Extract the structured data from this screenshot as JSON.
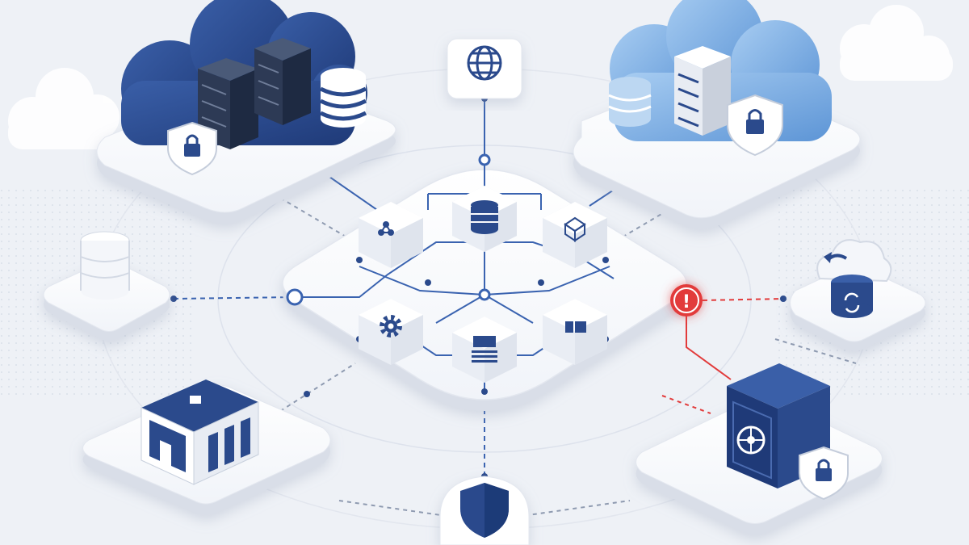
{
  "palette": {
    "background": "#eef1f6",
    "navy": "#2b4a8c",
    "navy_dark": "#1f3a78",
    "blue_light": "#7fb1e3",
    "blue_mid": "#5d95d6",
    "platform": "#ffffff",
    "platform_side": "#d9dee8",
    "line_blue": "#3a63b0",
    "line_dashed": "#8e9ab0",
    "alert_red": "#e23b3b"
  },
  "nodes": [
    {
      "id": "private-cloud",
      "icon": "cloud-server-database-icon",
      "interactable": true
    },
    {
      "id": "public-cloud",
      "icon": "cloud-server-database-icon",
      "interactable": true
    },
    {
      "id": "internet",
      "icon": "globe-icon",
      "interactable": true
    },
    {
      "id": "database",
      "icon": "database-icon",
      "interactable": true
    },
    {
      "id": "office",
      "icon": "building-icon",
      "interactable": true
    },
    {
      "id": "backup",
      "icon": "cloud-backup-icon",
      "interactable": true
    },
    {
      "id": "vault",
      "icon": "vault-safe-icon",
      "interactable": true
    },
    {
      "id": "security",
      "icon": "shield-icon",
      "interactable": true
    },
    {
      "id": "hub",
      "icon": "network-hub-icon",
      "interactable": true
    }
  ],
  "hub_modules": [
    {
      "id": "mesh",
      "icon": "network-nodes-icon"
    },
    {
      "id": "db",
      "icon": "database-icon"
    },
    {
      "id": "cube",
      "icon": "cube-icon"
    },
    {
      "id": "settings",
      "icon": "gear-icon"
    },
    {
      "id": "layers",
      "icon": "layers-icon"
    },
    {
      "id": "blocks",
      "icon": "blocks-icon"
    }
  ],
  "alert": {
    "icon": "alert-icon",
    "symbol": "!"
  }
}
